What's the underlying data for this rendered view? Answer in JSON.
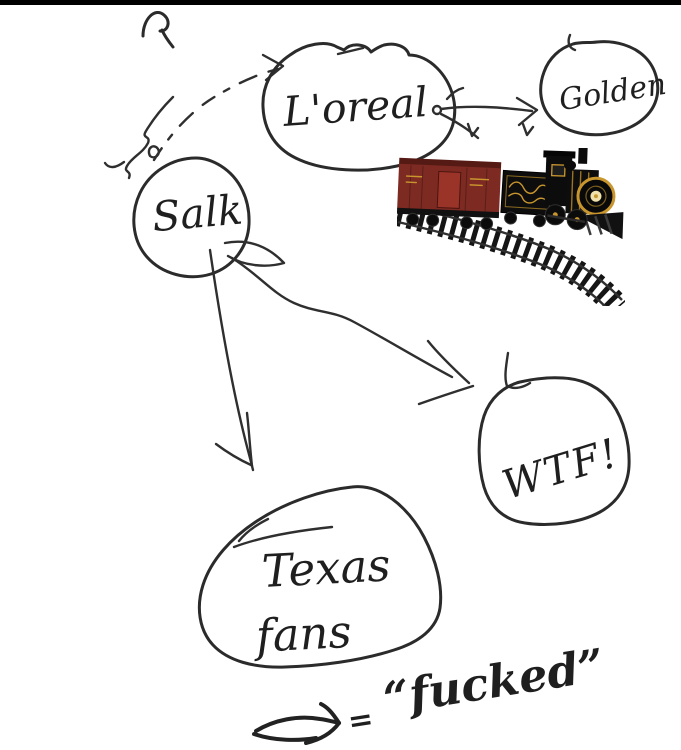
{
  "page": {
    "background": "#ffffff",
    "top_border_color": "#000000",
    "ink_color": "#2b2b2b"
  },
  "sketch": {
    "nodes": {
      "loreal": {
        "label": "L'oreal"
      },
      "golden": {
        "label": "Golden"
      },
      "salk": {
        "label": "Salk"
      },
      "wtf": {
        "label": "WTF!"
      },
      "texas": {
        "line1": "Texas",
        "line2": "fans"
      }
    },
    "edges": {
      "dashed_arrow_to_loreal": "dashed curved arrow from Salk area up to L'oreal",
      "loreal_to_golden": "arrow from L'oreal to Golden",
      "salk_to_texas": "long arrow from Salk down to Texas fans",
      "salk_to_wtf": "wavy arrow from Salk to WTF!"
    },
    "legend": {
      "equals": "=",
      "term": "“fucked”"
    }
  },
  "train": {
    "description": "pasted photo of a toy steam-train set: black and gold locomotive, dark tender with gold filigree, red boxcar, on a curved black plastic track",
    "colors": {
      "boxcar_red": "#7d2a22",
      "boxcar_roof": "#561a15",
      "boxcar_door": "#9a3428",
      "gold": "#c9962e",
      "body_black": "#0d0d0d",
      "headlight_glow": "#f1e2ad",
      "track_black": "#151515",
      "accent_orange": "#c56a1f"
    }
  }
}
